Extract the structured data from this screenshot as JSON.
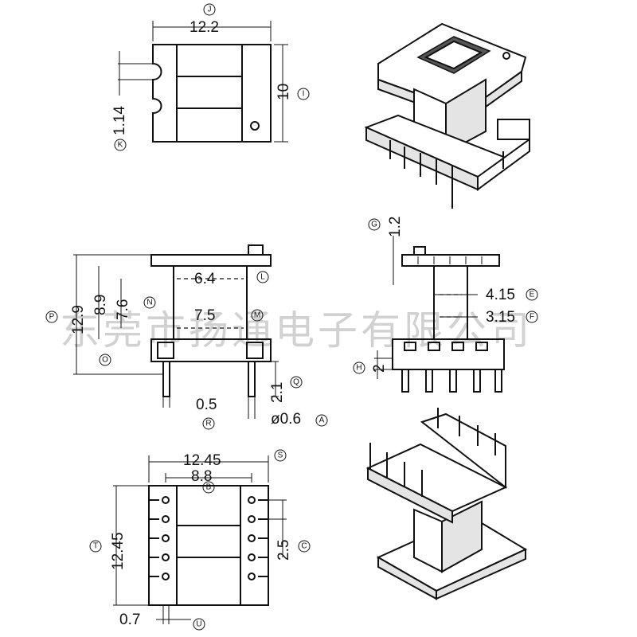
{
  "watermark": "东莞市扬通电子有限公司",
  "dims": {
    "top_width": "12.2",
    "top_height": "10",
    "top_slot": "1.14",
    "front_total": "12.9",
    "front_body": "8.9",
    "front_inner": "7.6",
    "front_core_w": "6.4",
    "front_core_w2": "7.5",
    "front_pin_len": "2.1",
    "front_pin_w": "0.5",
    "front_pin_dia": "ø0.6",
    "side_top": "1.2",
    "side_core1": "4.15",
    "side_core2": "3.15",
    "side_base": "2",
    "bottom_width": "12.45",
    "bottom_inner": "8.8",
    "bottom_height": "12.45",
    "bottom_pitch": "2.5",
    "bottom_pin_offset": "0.7"
  },
  "labels": {
    "J": "J",
    "K": "K",
    "I": "I",
    "L": "L",
    "N": "N",
    "P": "P",
    "O": "O",
    "M": "M",
    "Q": "Q",
    "R": "R",
    "A": "A",
    "G": "G",
    "E": "E",
    "F": "F",
    "H": "H",
    "S": "S",
    "B": "B",
    "T": "T",
    "C": "C",
    "U": "U"
  }
}
